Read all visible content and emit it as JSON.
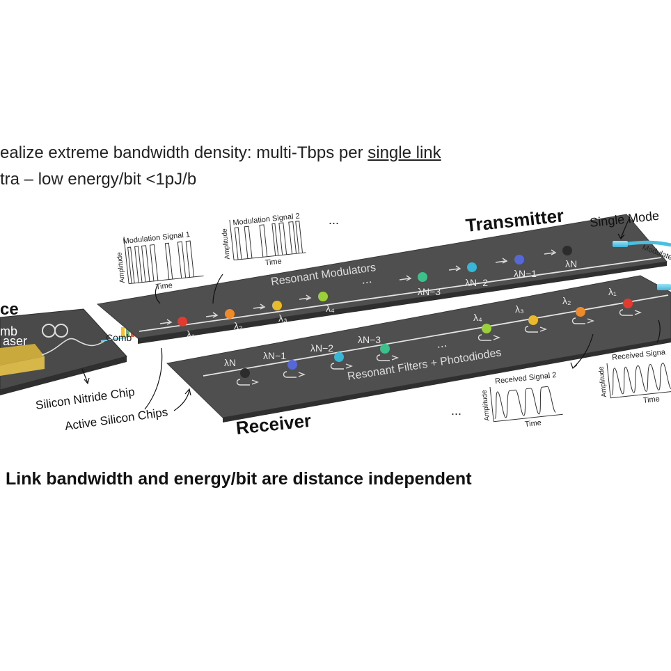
{
  "bullets": {
    "line1_prefix": "ealize extreme bandwidth density: multi-Tbps per ",
    "line1_underlined": "single link",
    "line2": "tra – low energy/bit <1pJ/b"
  },
  "footer": "Link bandwidth and energy/bit are distance independent",
  "diagram": {
    "transmitter_title": "Transmitter",
    "receiver_title": "Receiver",
    "resonant_modulators": "Resonant Modulators",
    "resonant_filters": "Resonant Filters + Photodiodes",
    "single_mode": "Single Mode",
    "modulated": "Modulated",
    "comb": "Comb",
    "source_fragment": "ce",
    "comb_laser_line1": "mb",
    "comb_laser_line2": "aser",
    "silicon_nitride_chip": "Silicon Nitride Chip",
    "active_silicon_chips": "Active Silicon Chips",
    "ellipsis": "...",
    "tx_lambdas": [
      "λ₁",
      "λ₂",
      "λ₃",
      "λ₄",
      "λN−3",
      "λN−2",
      "λN−1",
      "λN"
    ],
    "rx_lambdas_left": [
      "λN",
      "λN−1",
      "λN−2",
      "λN−3"
    ],
    "rx_lambdas_right": [
      "λ₄",
      "λ₃",
      "λ₂",
      "λ₁"
    ],
    "plots": {
      "mod1_title": "Modulation Signal 1",
      "mod2_title": "Modulation Signal 2",
      "rec2_title": "Received Signal 2",
      "rec1_title": "Received Signa",
      "amplitude": "Amplitude",
      "time": "Time"
    }
  }
}
